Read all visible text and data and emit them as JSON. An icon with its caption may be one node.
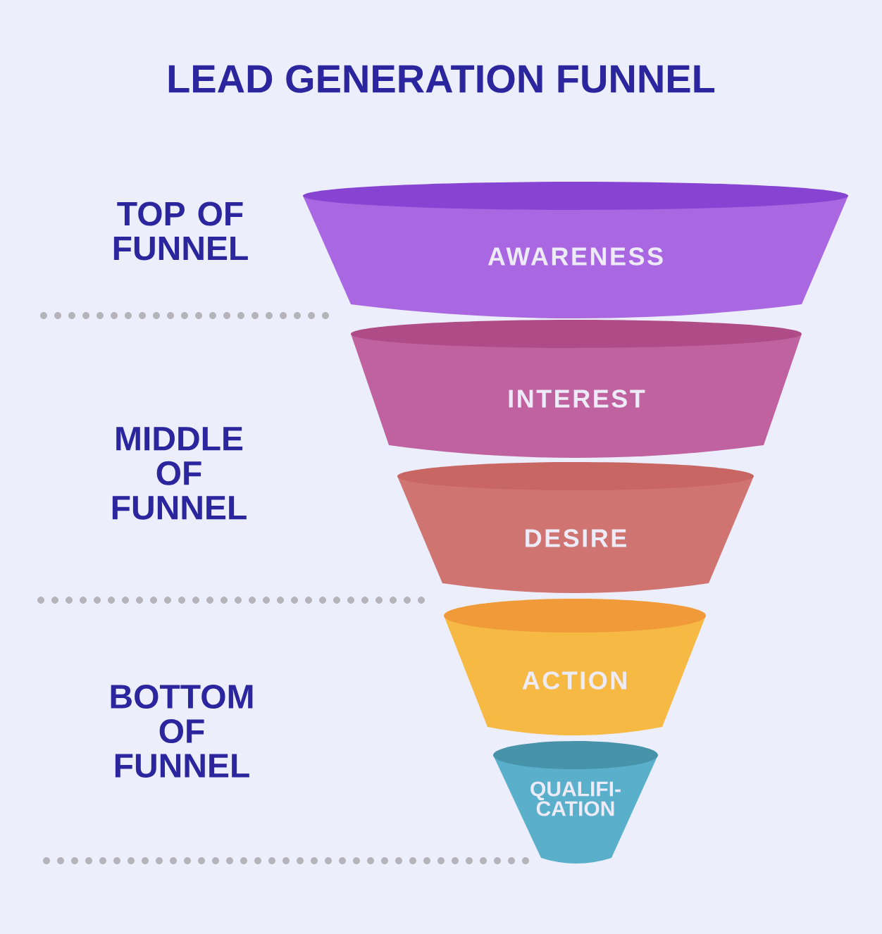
{
  "diagram": {
    "title": "LEAD GENERATION FUNNEL",
    "nodes": [
      {
        "text": [
          "AWARENESS"
        ]
      },
      {
        "text": [
          "INTEREST"
        ]
      },
      {
        "text": [
          "DESIRE"
        ]
      },
      {
        "text": [
          "ACTION"
        ]
      },
      {
        "text": [
          "QUALIFI-CATION"
        ]
      }
    ],
    "labels": [
      "TOP OF FUNNEL",
      "MIDDLE OF FUNNEL",
      "BOTTOM OF FUNNEL"
    ]
  }
}
